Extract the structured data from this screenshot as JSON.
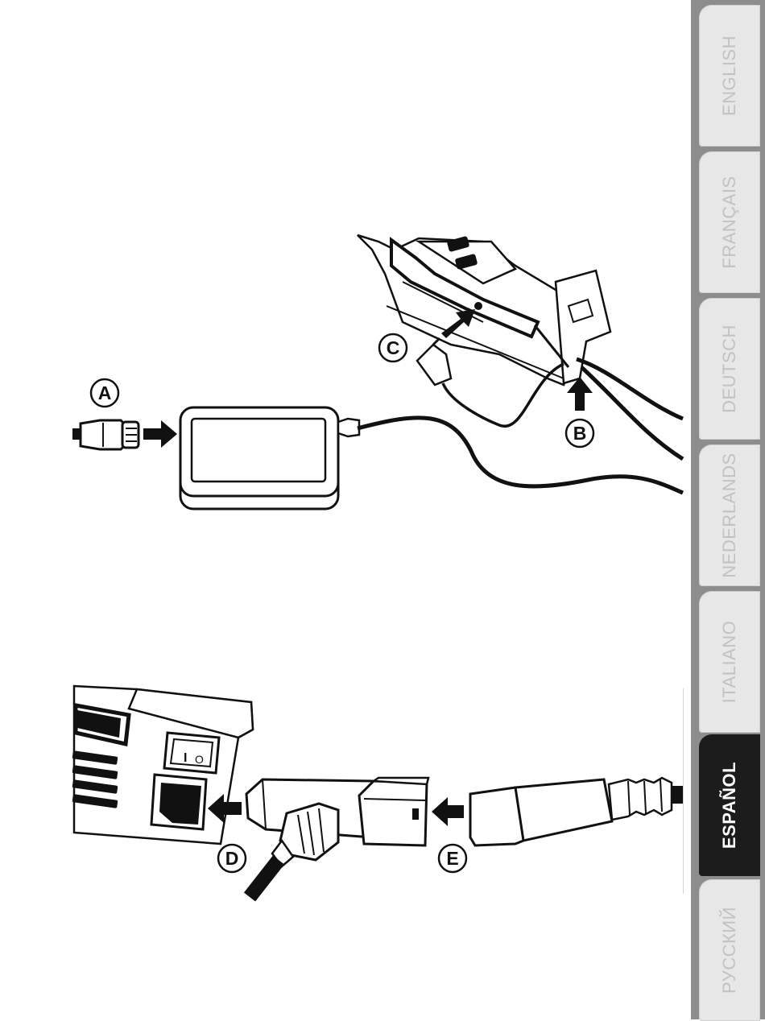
{
  "callouts": {
    "a": "A",
    "b": "B",
    "c": "C",
    "d": "D",
    "e": "E"
  },
  "power_switch": {
    "on_mark": "I",
    "off_mark": "O"
  },
  "language_tabs": [
    {
      "label": "ENGLISH",
      "active": false
    },
    {
      "label": "FRANÇAIS",
      "active": false
    },
    {
      "label": "DEUTSCH",
      "active": false
    },
    {
      "label": "NEDERLANDS",
      "active": false
    },
    {
      "label": "ITALIANO",
      "active": false
    },
    {
      "label": "ESPAÑOL",
      "active": true
    },
    {
      "label": "РУССКИЙ",
      "active": false
    }
  ],
  "colors": {
    "ink": "#111111",
    "tab_inactive": "#e7e7e7",
    "tab_active": "#1c1c1c",
    "tab_strip": "#8d8d8d"
  }
}
